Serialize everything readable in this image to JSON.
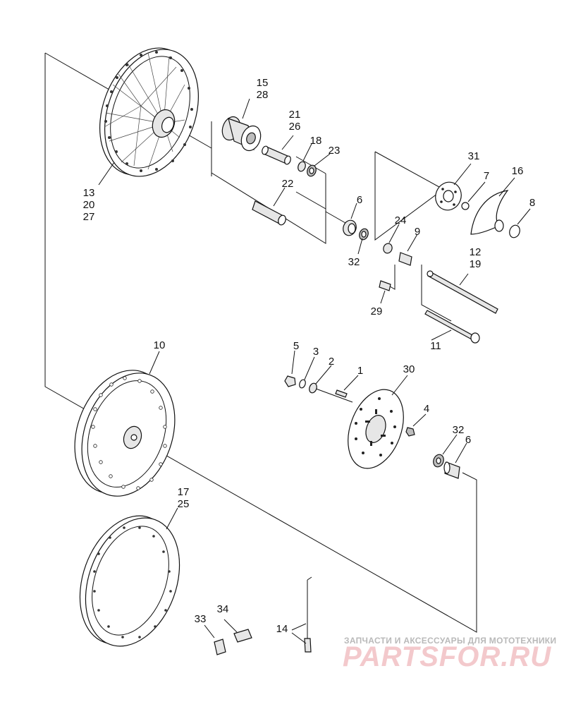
{
  "labels": {
    "p15_28": [
      "15",
      "28"
    ],
    "p21_26": [
      "21",
      "26"
    ],
    "p18": "18",
    "p23": "23",
    "p13_20_27": [
      "13",
      "20",
      "27"
    ],
    "p22": "22",
    "p31": "31",
    "p7": "7",
    "p16": "16",
    "p8": "8",
    "p6_top": "6",
    "p24": "24",
    "p9": "9",
    "p32_top": "32",
    "p12_19": [
      "12",
      "19"
    ],
    "p29": "29",
    "p11": "11",
    "p10": "10",
    "p5": "5",
    "p3": "3",
    "p2": "2",
    "p1": "1",
    "p30": "30",
    "p4": "4",
    "p32_bottom": "32",
    "p6_bottom": "6",
    "p17_25": [
      "17",
      "25"
    ],
    "p34": "34",
    "p33": "33",
    "p14": "14"
  },
  "watermark": {
    "tagline": "ЗАПЧАСТИ И АКСЕССУАРЫ ДЛЯ МОТОТЕХНИКИ",
    "logo": "PARTSFOR.RU"
  },
  "colors": {
    "line": "#111111",
    "watermark_logo": "#f3c9cc",
    "watermark_text": "#b9b9b9"
  }
}
